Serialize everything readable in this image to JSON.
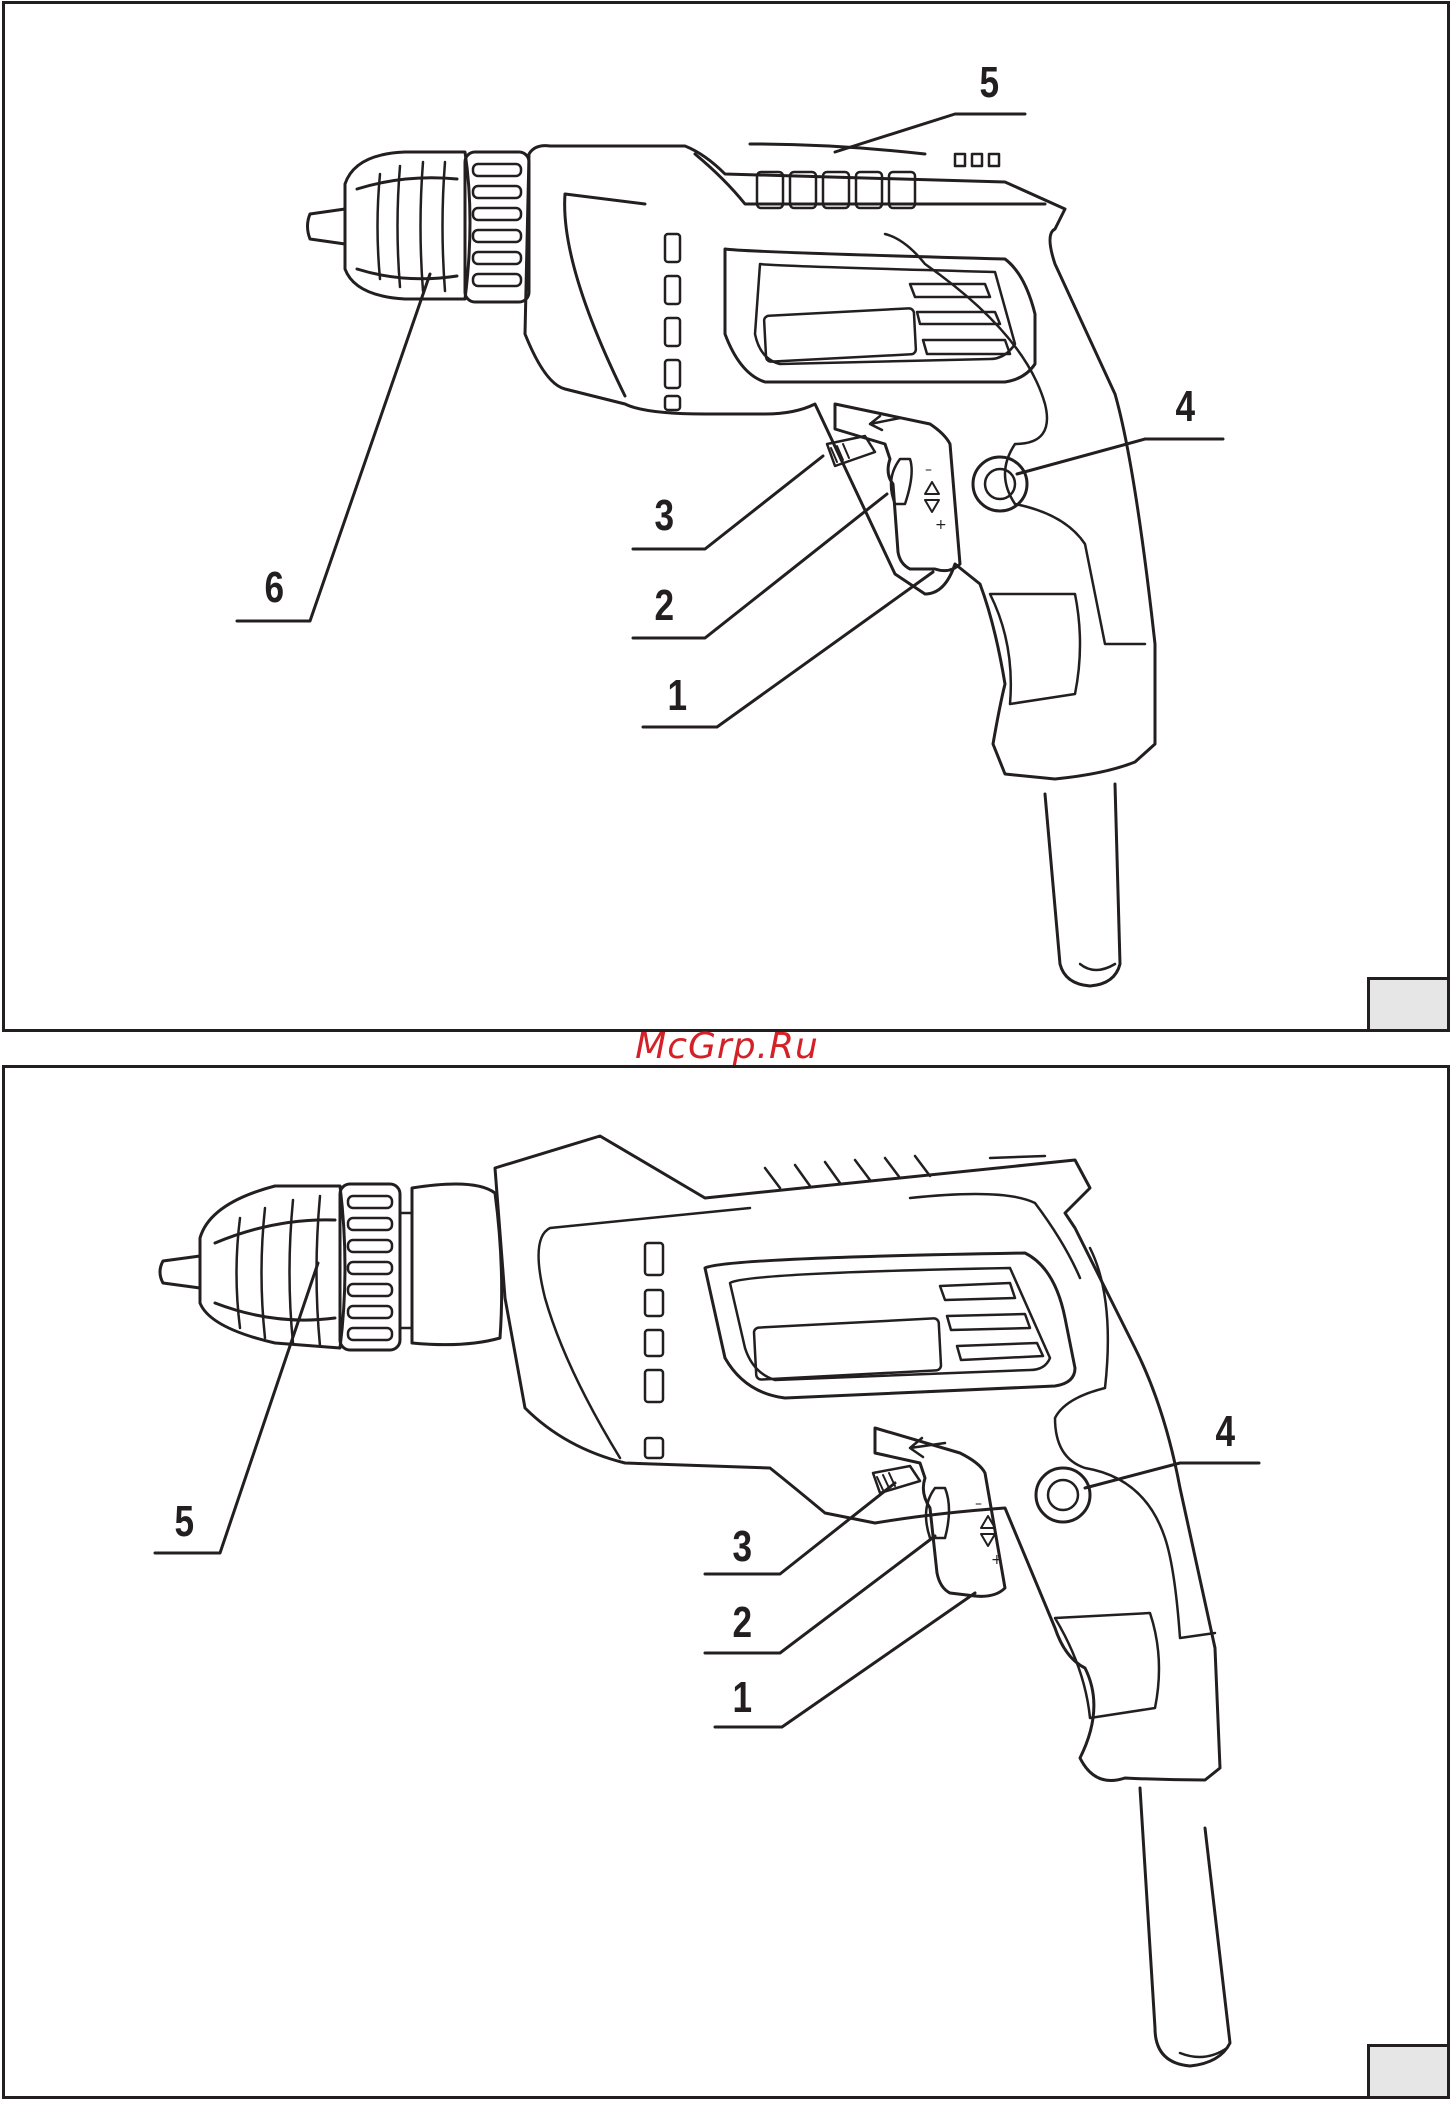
{
  "watermark": "McGrp.Ru",
  "figure_top": {
    "callouts": [
      "5",
      "4",
      "3",
      "2",
      "6",
      "1"
    ]
  },
  "figure_bottom": {
    "callouts": [
      "4",
      "5",
      "3",
      "2",
      "1"
    ]
  },
  "switch_marks": {
    "minus": "–",
    "plus": "+"
  }
}
